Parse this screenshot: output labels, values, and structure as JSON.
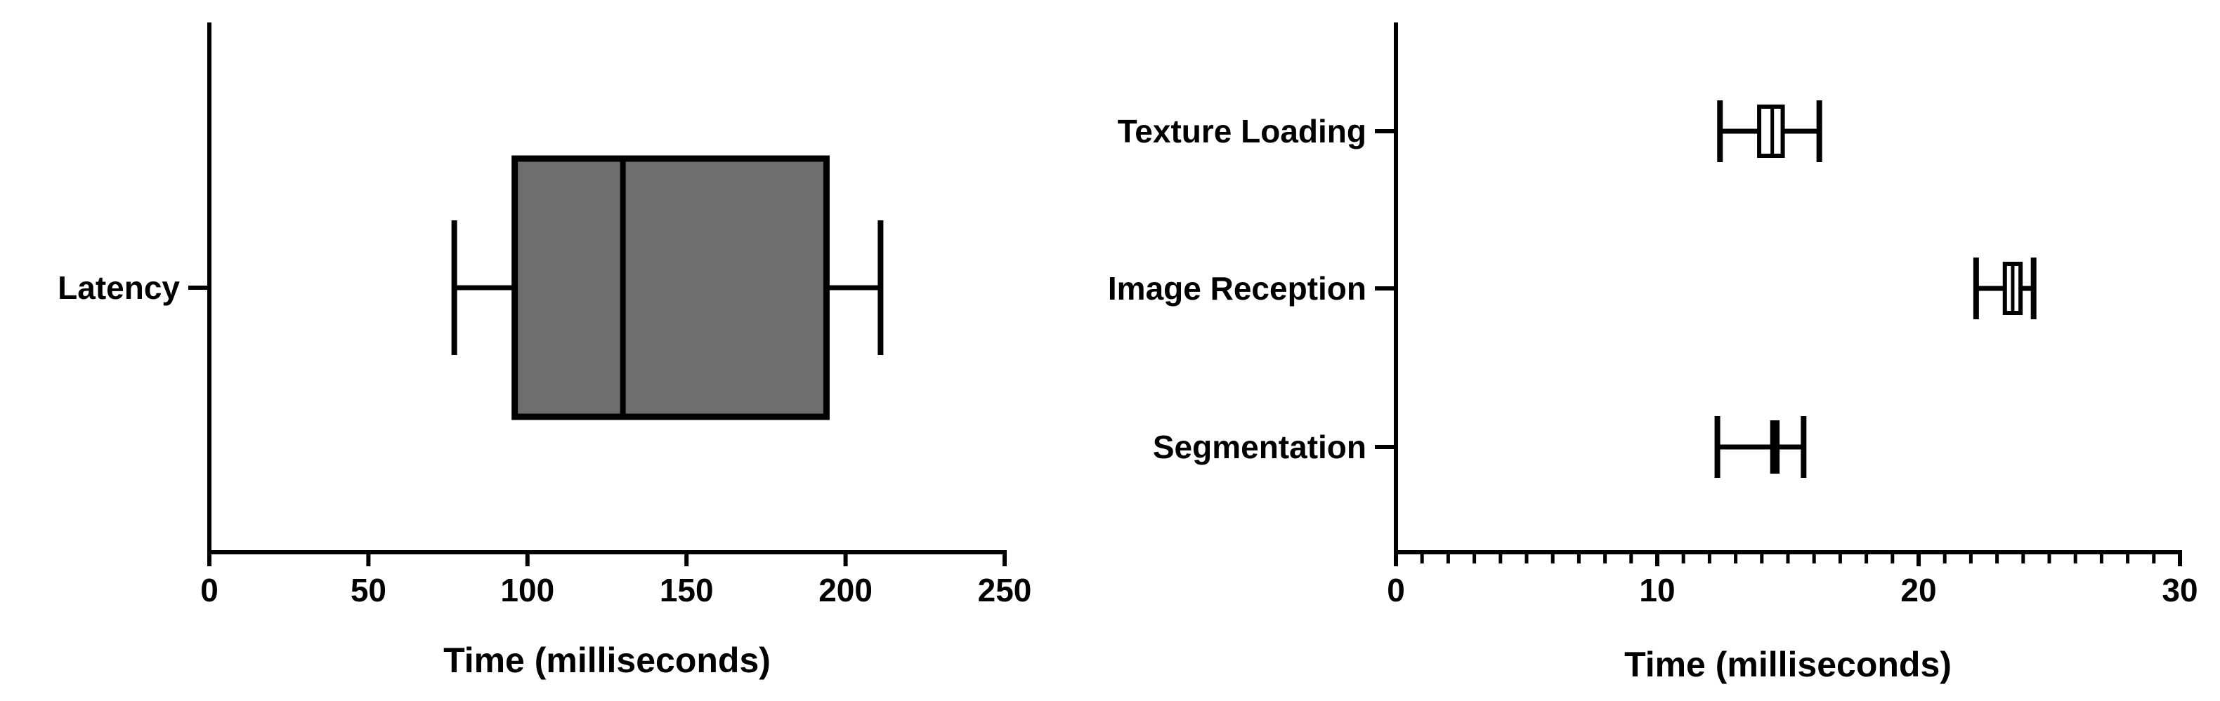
{
  "chart_data": [
    {
      "type": "boxplot",
      "orientation": "horizontal",
      "title": "",
      "xlabel": "Time (milliseconds)",
      "ylabel": "",
      "xlim": [
        0,
        250
      ],
      "xticks": [
        0,
        50,
        100,
        150,
        200,
        250
      ],
      "xtick_labels": [
        "0",
        "50",
        "100",
        "150",
        "200",
        "250"
      ],
      "categories": [
        "Latency"
      ],
      "boxes": [
        {
          "category": "Latency",
          "min": 77,
          "q1": 96,
          "median": 130,
          "q3": 194,
          "max": 211
        }
      ],
      "box_fill": "#6e6e6e",
      "minor_ticks": false
    },
    {
      "type": "boxplot",
      "orientation": "horizontal",
      "title": "",
      "xlabel": "Time (milliseconds)",
      "ylabel": "",
      "xlim": [
        0,
        30
      ],
      "xticks": [
        0,
        10,
        20,
        30
      ],
      "xtick_labels": [
        "0",
        "10",
        "20",
        "30"
      ],
      "categories": [
        "Texture Loading",
        "Image Reception",
        "Segmentation"
      ],
      "boxes": [
        {
          "category": "Texture Loading",
          "min": 12.4,
          "q1": 13.9,
          "median": 14.4,
          "q3": 14.8,
          "max": 16.2
        },
        {
          "category": "Image Reception",
          "min": 22.2,
          "q1": 23.3,
          "median": 23.6,
          "q3": 23.9,
          "max": 24.4
        },
        {
          "category": "Segmentation",
          "min": 12.3,
          "q1": 14.4,
          "median": 14.5,
          "q3": 14.6,
          "max": 15.6
        }
      ],
      "box_fill": "#ffffff",
      "minor_ticks": true,
      "minor_tick_step": 1
    }
  ]
}
